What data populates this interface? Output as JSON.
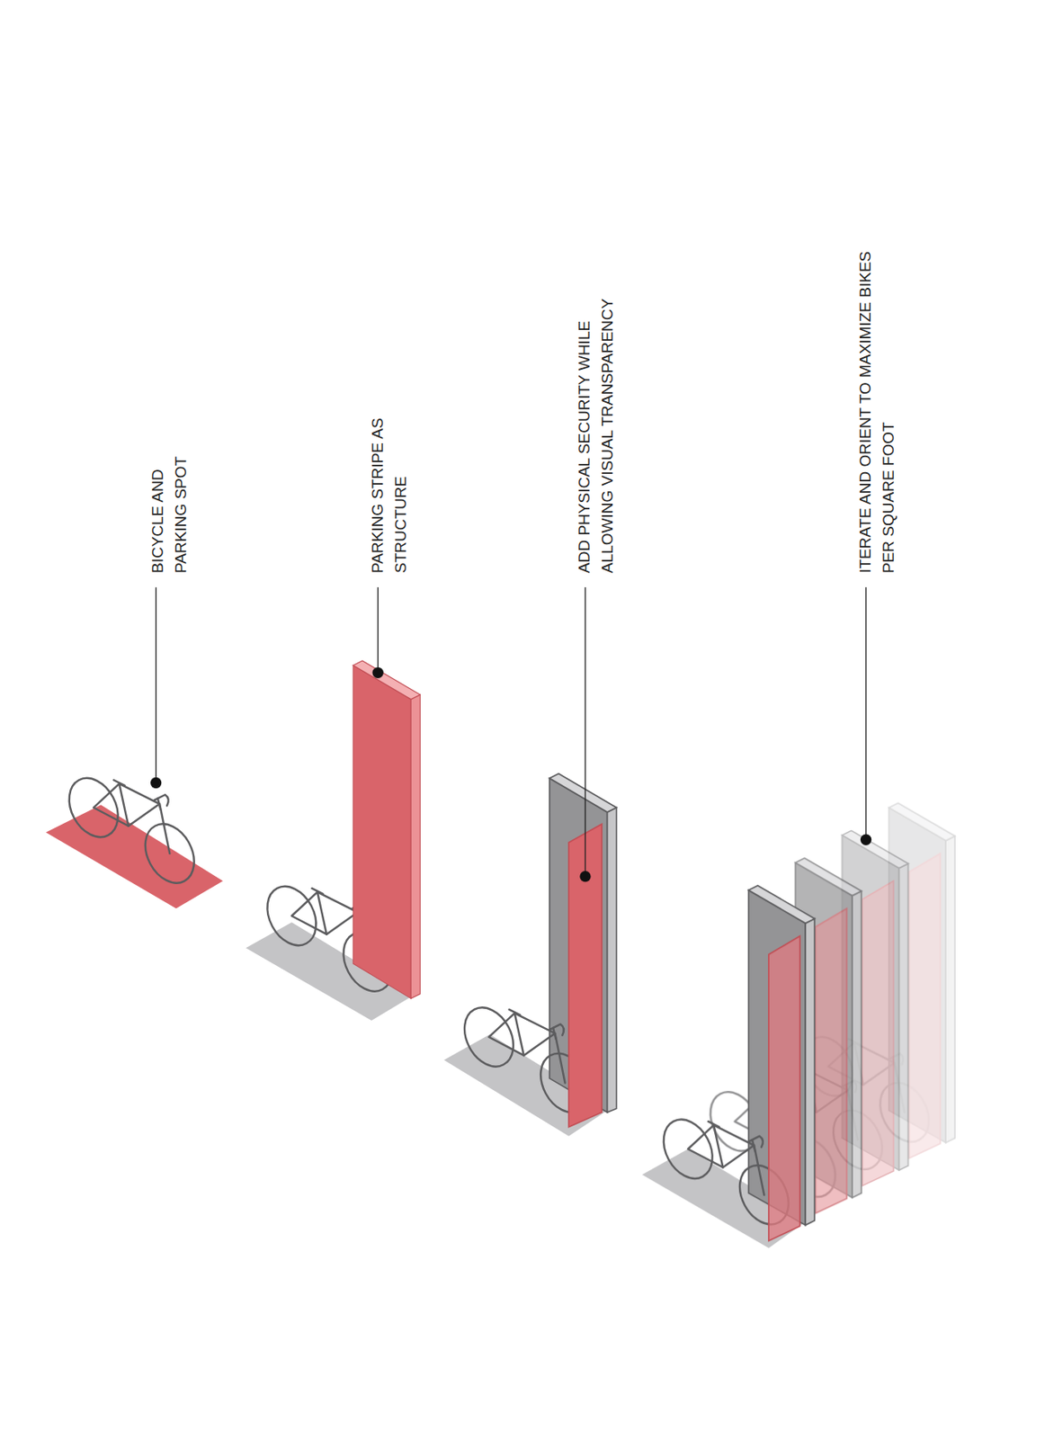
{
  "diagram": {
    "labels": [
      "BICYCLE AND PARKING SPOT",
      "PARKING STRIPE AS STRUCTURE",
      "ADD PHYSICAL SECURITY WHILE ALLOWING VISUAL TRANSPARENCY",
      "ITERATE AND ORIENT TO MAXIMIZE BIKES PER SQUARE FOOT"
    ]
  }
}
